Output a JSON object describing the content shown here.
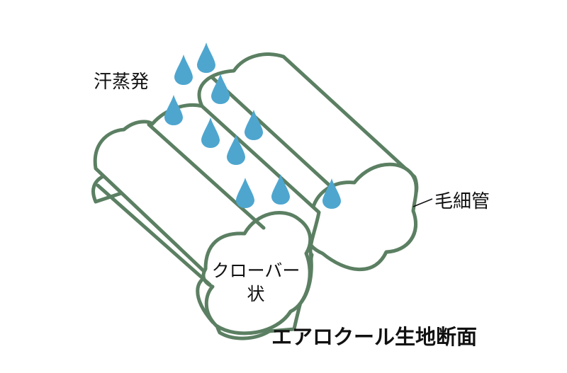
{
  "labels": {
    "evaporation": "汗蒸発",
    "capillary": "毛細管",
    "clover_line1": "クローバー",
    "clover_line2": "状",
    "title": "エアロクール生地断面"
  },
  "colors": {
    "outline": "#5b7f62",
    "fill": "#ffffff",
    "drop": "#4ea6cf",
    "text": "#111111"
  }
}
